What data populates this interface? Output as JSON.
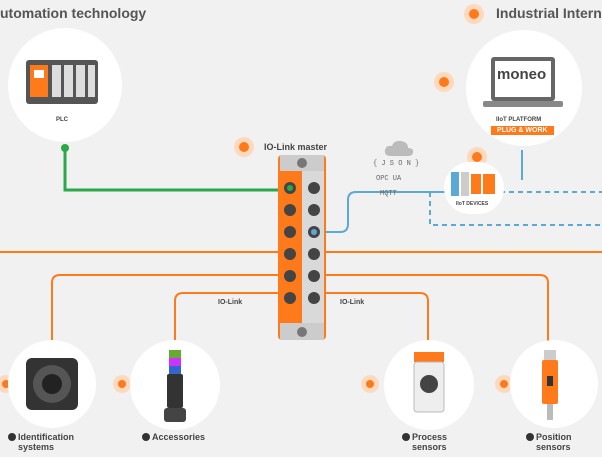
{
  "headers": {
    "automation": "utomation technology",
    "industrial": "Industrial Intern"
  },
  "plc": {
    "label": "PLC"
  },
  "iolink": {
    "title": "IO-Link master"
  },
  "cloud": {
    "protocols": [
      "{ J S O N }",
      "OPC UA",
      "MQTT"
    ]
  },
  "iot": {
    "platform_label": "IIoT PLATFORM",
    "plug_work": "PLUG & WORK",
    "brand": "moneo",
    "devices_label": "IIoT DEVICES"
  },
  "iolink_tags": {
    "left": "IO-Link",
    "right": "IO-Link"
  },
  "devices": [
    {
      "label": "Identification",
      "label2": "systems"
    },
    {
      "label": "Accessories",
      "label2": ""
    },
    {
      "label": "Process",
      "label2": "sensors"
    },
    {
      "label": "Position",
      "label2": "sensors"
    }
  ],
  "colors": {
    "accent": "#ff7a1a",
    "green": "#2aa84a",
    "blue": "#5aa9d6",
    "bg": "#f1f1f1"
  }
}
